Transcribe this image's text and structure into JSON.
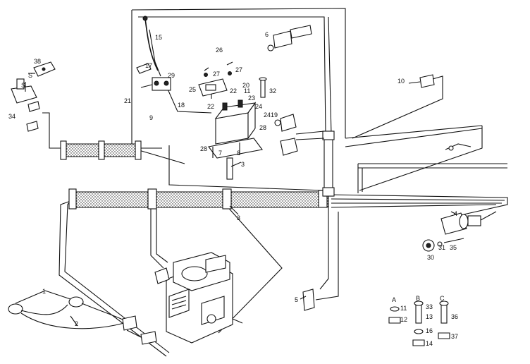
{
  "diagram": {
    "colors": {
      "ink": "#111111",
      "paper": "#ffffff"
    },
    "callouts": {
      "c1": "1",
      "c2": "2",
      "c3a": "3",
      "c3b": "3",
      "c4": "4",
      "c5": "5",
      "c6": "6",
      "c7": "7",
      "c8": "8",
      "c9": "9",
      "c10": "10",
      "c11a": "11",
      "c11b": "11",
      "c12": "12",
      "c13": "13",
      "c14": "14",
      "c15": "15",
      "c16": "16",
      "c17": "17",
      "c18": "18",
      "c19": "19",
      "c20": "20",
      "c21": "21",
      "c22a": "22",
      "c22b": "22",
      "c23": "23",
      "c24a": "24",
      "c24b": "24",
      "c25": "25",
      "c26": "26",
      "c27a": "27",
      "c27b": "27",
      "c28a": "28",
      "c28b": "28",
      "c29": "29",
      "c30": "30",
      "c31": "31",
      "c32": "32",
      "c33": "33",
      "c34": "34",
      "c35": "35",
      "c36": "36",
      "c37": "37",
      "c38": "38",
      "s1": "S",
      "s2": "S"
    },
    "hardware_columns": {
      "a": "A",
      "b": "B",
      "c": "C"
    }
  }
}
